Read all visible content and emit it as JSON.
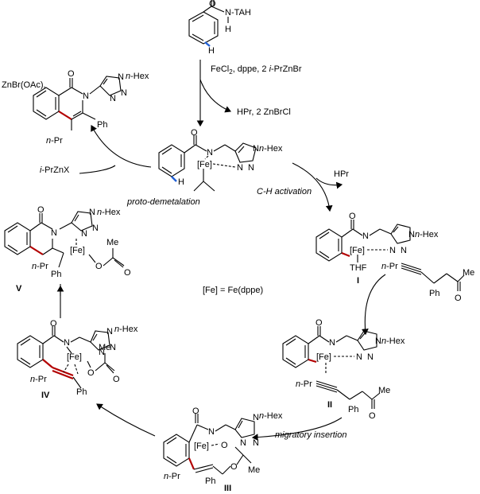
{
  "conditions": {
    "reagents_main": "FeCl",
    "reagents_sub": "2",
    "reagents_rest": ", dppe, 2 ",
    "reagents_it": "i",
    "reagents_end": "-PrZnBr",
    "byproduct_top": "HPr, 2 ZnBrCl",
    "hpr_right": "HPr",
    "ch_activation": "C-H activation",
    "proto_demetalation": "proto-demetalation",
    "migratory_insertion": "migratory insertion",
    "iprznx_it": "i",
    "iprznx_rest": "-PrZnX",
    "znbroac": "ZnBr(OAc),",
    "fe_definition": "[Fe] = Fe(dppe)"
  },
  "atoms": {
    "O": "O",
    "N": "N",
    "H": "H",
    "TAH": "TAH",
    "Fe": "[Fe]",
    "THF": "THF",
    "Ph": "Ph",
    "Me": "Me",
    "nHex": "n",
    "nHex_rest": "-Hex",
    "nPr": "n",
    "nPr_rest": "-Pr",
    "NH_label": "N",
    "TAH_dash": "-TAH"
  },
  "compounds": {
    "I": "I",
    "II": "II",
    "III": "III",
    "IV": "IV",
    "V": "V"
  }
}
